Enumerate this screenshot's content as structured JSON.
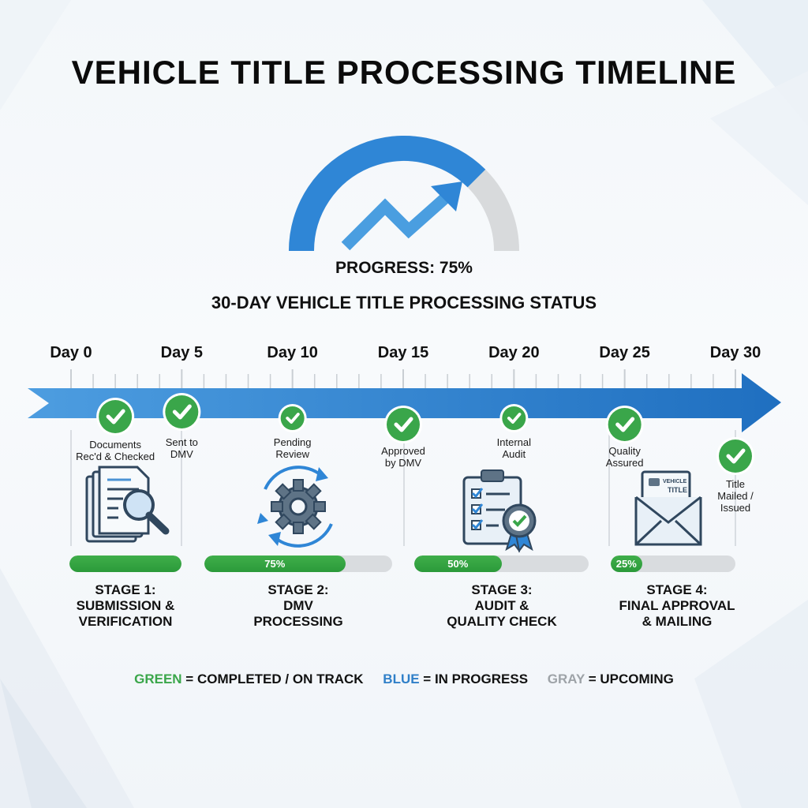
{
  "title": "VEHICLE TITLE PROCESSING TIMELINE",
  "gauge": {
    "progress_fraction": 0.75,
    "label": "PROGRESS: 75%",
    "icon": "trend-up-arrow-icon"
  },
  "subtitle": "30-DAY VEHICLE TITLE PROCESSING STATUS",
  "timeline": {
    "days": [
      "Day 0",
      "Day 5",
      "Day 10",
      "Day 15",
      "Day 20",
      "Day 25",
      "Day 30"
    ],
    "day_values": [
      0,
      5,
      10,
      15,
      20,
      25,
      30
    ],
    "milestones": [
      {
        "day": 2,
        "lines": [
          "Documents",
          "Rec'd & Checked"
        ],
        "status": "completed"
      },
      {
        "day": 5,
        "lines": [
          "Sent to",
          "DMV"
        ],
        "status": "completed"
      },
      {
        "day": 10,
        "lines": [
          "Pending",
          "Review"
        ],
        "status": "completed"
      },
      {
        "day": 15,
        "lines": [
          "Approved",
          "by DMV"
        ],
        "status": "completed"
      },
      {
        "day": 20,
        "lines": [
          "Internal",
          "Audit"
        ],
        "status": "completed"
      },
      {
        "day": 25,
        "lines": [
          "Quality",
          "Assured"
        ],
        "status": "completed"
      },
      {
        "day": 30,
        "lines": [
          "Title",
          "Mailed /",
          "Issued"
        ],
        "status": "completed"
      }
    ]
  },
  "stages": [
    {
      "lines": [
        "STAGE 1:",
        "SUBMISSION &",
        "VERIFICATION"
      ],
      "progress": 1.0,
      "progress_text": "",
      "icon": "documents-magnifier-icon"
    },
    {
      "lines": [
        "STAGE 2:",
        "DMV",
        "PROCESSING"
      ],
      "progress": 0.75,
      "progress_text": "75%",
      "icon": "gear-cycle-icon"
    },
    {
      "lines": [
        "STAGE 3:",
        "AUDIT &",
        "QUALITY CHECK"
      ],
      "progress": 0.5,
      "progress_text": "50%",
      "icon": "clipboard-checklist-badge-icon"
    },
    {
      "lines": [
        "STAGE 4:",
        "FINAL APPROVAL",
        "& MAILING"
      ],
      "progress": 0.25,
      "progress_text": "25%",
      "icon": "envelope-title-document-icon"
    }
  ],
  "legend": [
    {
      "keyword": "GREEN",
      "text": " = COMPLETED / ON TRACK",
      "color": "#3aa64a"
    },
    {
      "keyword": "BLUE",
      "text": " = IN PROGRESS",
      "color": "#2f7fc8"
    },
    {
      "keyword": "GRAY",
      "text": " = UPCOMING",
      "color": "#9ea3a8"
    }
  ],
  "colors": {
    "completed": "#3aa64a",
    "in_progress": "#2f7fc8",
    "upcoming": "#d6d9dc",
    "arrow": "#2f86d6"
  }
}
